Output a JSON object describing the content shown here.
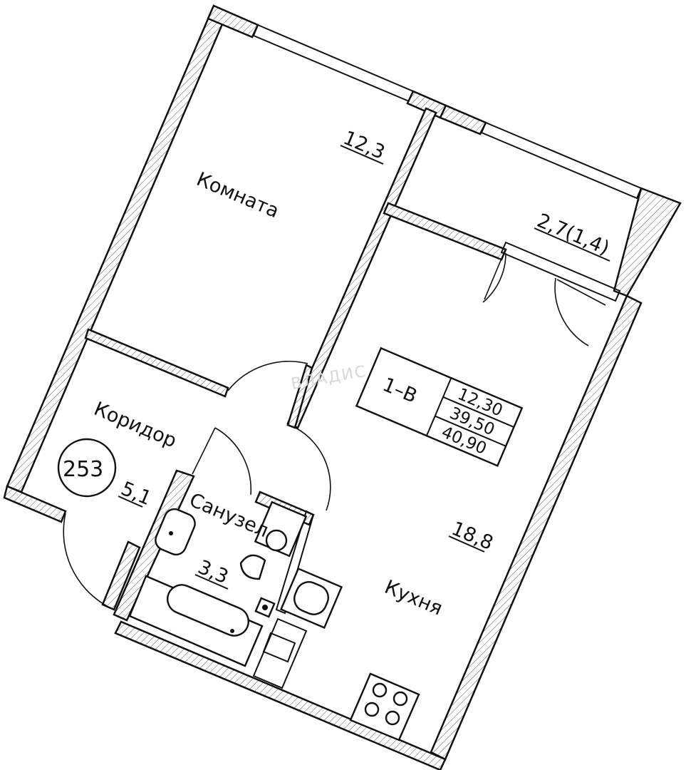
{
  "rooms": {
    "room": {
      "name": "Комната",
      "area": "12,3"
    },
    "corridor": {
      "name": "Коридор",
      "area": "5,1"
    },
    "bathroom": {
      "name": "Санузел",
      "area": "3,3"
    },
    "kitchen": {
      "name": "Кухня",
      "area": "18,8"
    },
    "balcony": {
      "area": "2,7(1,4)"
    }
  },
  "apartment": {
    "number": "253",
    "type": "1–В",
    "living_area": "12,30",
    "total_area": "39,50",
    "total_with_balcony": "40,90"
  },
  "watermark": "ВЛАДИС"
}
